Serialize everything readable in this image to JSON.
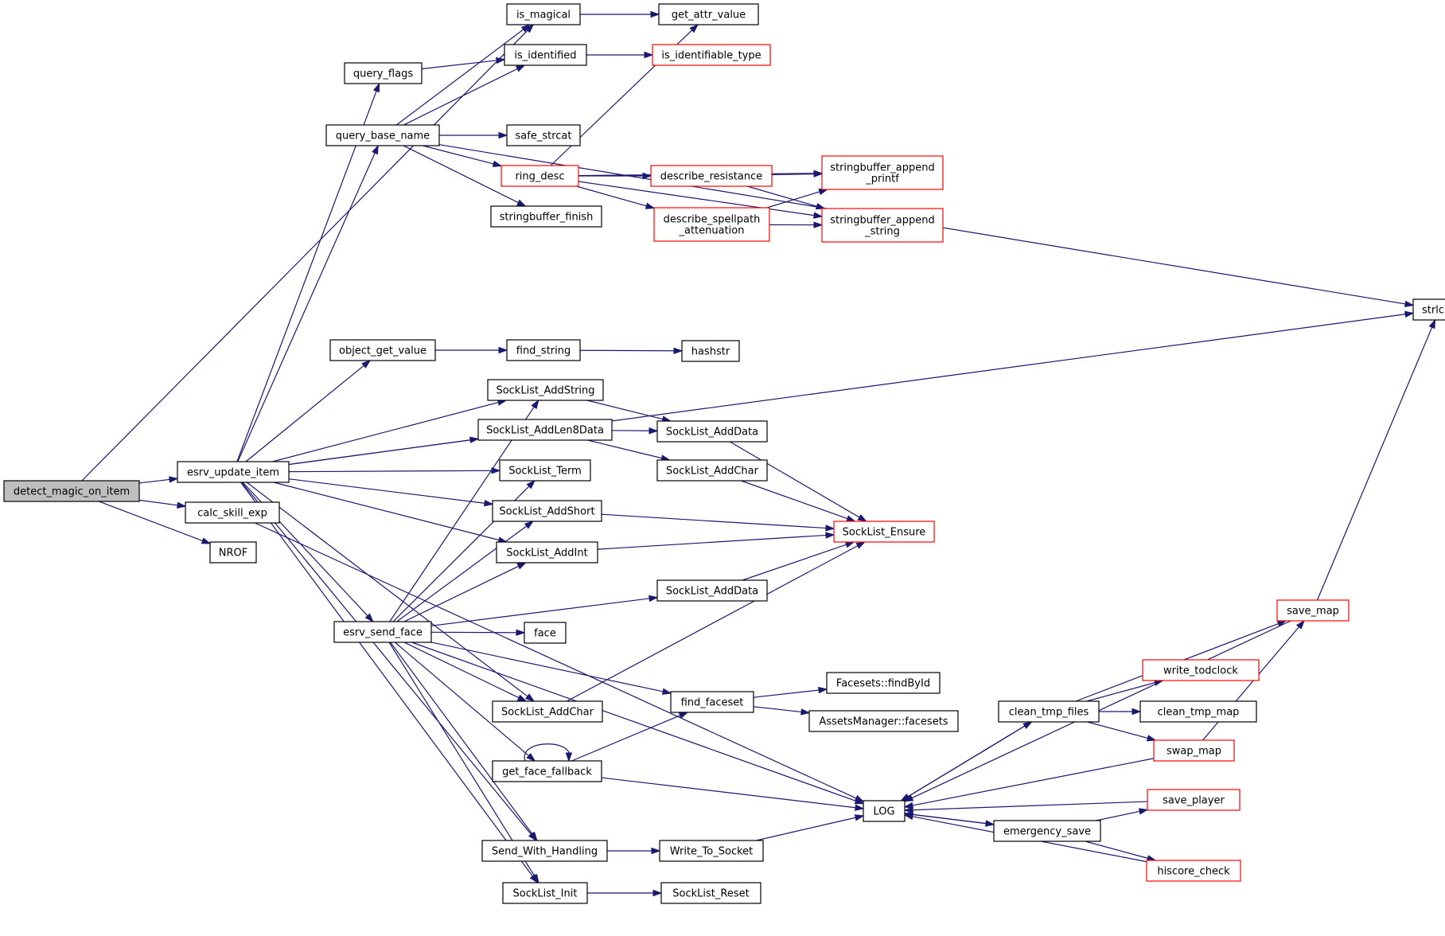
{
  "graph": {
    "nodes": [
      {
        "id": "detect",
        "label": "detect_magic_on_item",
        "style": "root"
      },
      {
        "id": "is_magical",
        "label": "is_magical",
        "style": "normal"
      },
      {
        "id": "get_attr_value",
        "label": "get_attr_value",
        "style": "normal"
      },
      {
        "id": "query_flags",
        "label": "query_flags",
        "style": "normal"
      },
      {
        "id": "is_identified",
        "label": "is_identified",
        "style": "normal"
      },
      {
        "id": "is_identifiable_type",
        "label": "is_identifiable_type",
        "style": "truncated"
      },
      {
        "id": "query_base_name",
        "label": "query_base_name",
        "style": "normal"
      },
      {
        "id": "safe_strcat",
        "label": "safe_strcat",
        "style": "normal"
      },
      {
        "id": "ring_desc",
        "label": "ring_desc",
        "style": "truncated"
      },
      {
        "id": "describe_resistance",
        "label": "describe_resistance",
        "style": "truncated"
      },
      {
        "id": "sb_printf",
        "label": "stringbuffer_append\n_printf",
        "style": "truncated"
      },
      {
        "id": "describe_spellpath",
        "label": "describe_spellpath\n_attenuation",
        "style": "truncated"
      },
      {
        "id": "sb_string",
        "label": "stringbuffer_append\n_string",
        "style": "truncated"
      },
      {
        "id": "sb_finish",
        "label": "stringbuffer_finish",
        "style": "normal"
      },
      {
        "id": "strlcpy",
        "label": "strlcpy",
        "style": "normal"
      },
      {
        "id": "object_get_value",
        "label": "object_get_value",
        "style": "normal"
      },
      {
        "id": "find_string",
        "label": "find_string",
        "style": "normal"
      },
      {
        "id": "hashstr",
        "label": "hashstr",
        "style": "normal"
      },
      {
        "id": "sl_addstring",
        "label": "SockList_AddString",
        "style": "normal"
      },
      {
        "id": "sl_addlen8",
        "label": "SockList_AddLen8Data",
        "style": "normal"
      },
      {
        "id": "sl_adddata1",
        "label": "SockList_AddData",
        "style": "normal"
      },
      {
        "id": "sl_term",
        "label": "SockList_Term",
        "style": "normal"
      },
      {
        "id": "sl_addchar1",
        "label": "SockList_AddChar",
        "style": "normal"
      },
      {
        "id": "esrv_update_item",
        "label": "esrv_update_item",
        "style": "normal"
      },
      {
        "id": "sl_addshort",
        "label": "SockList_AddShort",
        "style": "normal"
      },
      {
        "id": "sl_ensure",
        "label": "SockList_Ensure",
        "style": "truncated"
      },
      {
        "id": "calc_skill_exp",
        "label": "calc_skill_exp",
        "style": "normal"
      },
      {
        "id": "sl_addint",
        "label": "SockList_AddInt",
        "style": "normal"
      },
      {
        "id": "nrof",
        "label": "NROF",
        "style": "normal"
      },
      {
        "id": "sl_adddata2",
        "label": "SockList_AddData",
        "style": "normal"
      },
      {
        "id": "save_map",
        "label": "save_map",
        "style": "truncated"
      },
      {
        "id": "esrv_send_face",
        "label": "esrv_send_face",
        "style": "normal"
      },
      {
        "id": "face",
        "label": "face",
        "style": "normal"
      },
      {
        "id": "write_todclock",
        "label": "write_todclock",
        "style": "truncated"
      },
      {
        "id": "facesets_findbyid",
        "label": "Facesets::findById",
        "style": "normal"
      },
      {
        "id": "find_faceset",
        "label": "find_faceset",
        "style": "normal"
      },
      {
        "id": "sl_addchar2",
        "label": "SockList_AddChar",
        "style": "normal"
      },
      {
        "id": "clean_tmp_files",
        "label": "clean_tmp_files",
        "style": "normal"
      },
      {
        "id": "clean_tmp_map",
        "label": "clean_tmp_map",
        "style": "normal"
      },
      {
        "id": "assets_facesets",
        "label": "AssetsManager::facesets",
        "style": "normal"
      },
      {
        "id": "swap_map",
        "label": "swap_map",
        "style": "truncated"
      },
      {
        "id": "get_face_fallback",
        "label": "get_face_fallback",
        "style": "normal"
      },
      {
        "id": "save_player",
        "label": "save_player",
        "style": "truncated"
      },
      {
        "id": "log",
        "label": "LOG",
        "style": "normal"
      },
      {
        "id": "emergency_save",
        "label": "emergency_save",
        "style": "normal"
      },
      {
        "id": "send_with_handling",
        "label": "Send_With_Handling",
        "style": "normal"
      },
      {
        "id": "write_to_socket",
        "label": "Write_To_Socket",
        "style": "normal"
      },
      {
        "id": "hiscore_check",
        "label": "hiscore_check",
        "style": "truncated"
      },
      {
        "id": "sl_init",
        "label": "SockList_Init",
        "style": "normal"
      },
      {
        "id": "sl_reset",
        "label": "SockList_Reset",
        "style": "normal"
      }
    ],
    "edges": [
      [
        "detect",
        "is_magical"
      ],
      [
        "detect",
        "esrv_update_item"
      ],
      [
        "detect",
        "calc_skill_exp"
      ],
      [
        "detect",
        "nrof"
      ],
      [
        "is_magical",
        "get_attr_value"
      ],
      [
        "query_flags",
        "is_identified"
      ],
      [
        "is_identified",
        "is_identifiable_type"
      ],
      [
        "query_base_name",
        "is_magical"
      ],
      [
        "query_base_name",
        "is_identified"
      ],
      [
        "query_base_name",
        "strlcpy"
      ],
      [
        "query_base_name",
        "safe_strcat"
      ],
      [
        "query_base_name",
        "ring_desc"
      ],
      [
        "query_base_name",
        "sb_finish"
      ],
      [
        "ring_desc",
        "get_attr_value"
      ],
      [
        "ring_desc",
        "sb_printf"
      ],
      [
        "ring_desc",
        "describe_resistance"
      ],
      [
        "ring_desc",
        "describe_spellpath"
      ],
      [
        "ring_desc",
        "sb_string"
      ],
      [
        "describe_resistance",
        "sb_printf"
      ],
      [
        "describe_resistance",
        "sb_string"
      ],
      [
        "describe_spellpath",
        "sb_printf"
      ],
      [
        "describe_spellpath",
        "sb_string"
      ],
      [
        "esrv_update_item",
        "query_flags"
      ],
      [
        "esrv_update_item",
        "query_base_name"
      ],
      [
        "esrv_update_item",
        "strlcpy"
      ],
      [
        "esrv_update_item",
        "object_get_value"
      ],
      [
        "esrv_update_item",
        "sl_addstring"
      ],
      [
        "esrv_update_item",
        "sl_addlen8"
      ],
      [
        "esrv_update_item",
        "sl_term"
      ],
      [
        "esrv_update_item",
        "sl_addshort"
      ],
      [
        "esrv_update_item",
        "sl_addint"
      ],
      [
        "esrv_update_item",
        "esrv_send_face"
      ],
      [
        "esrv_update_item",
        "sl_addchar2"
      ],
      [
        "esrv_update_item",
        "send_with_handling"
      ],
      [
        "esrv_update_item",
        "sl_init"
      ],
      [
        "object_get_value",
        "find_string"
      ],
      [
        "find_string",
        "hashstr"
      ],
      [
        "sl_addstring",
        "sl_adddata1"
      ],
      [
        "sl_addlen8",
        "sl_adddata1"
      ],
      [
        "sl_addlen8",
        "sl_addchar1"
      ],
      [
        "sl_adddata1",
        "sl_ensure"
      ],
      [
        "sl_addchar1",
        "sl_ensure"
      ],
      [
        "sl_addshort",
        "sl_ensure"
      ],
      [
        "sl_addint",
        "sl_ensure"
      ],
      [
        "sl_adddata2",
        "sl_ensure"
      ],
      [
        "sl_addchar2",
        "sl_ensure"
      ],
      [
        "calc_skill_exp",
        "log"
      ],
      [
        "esrv_send_face",
        "sl_addstring"
      ],
      [
        "esrv_send_face",
        "sl_term"
      ],
      [
        "esrv_send_face",
        "sl_addshort"
      ],
      [
        "esrv_send_face",
        "sl_addint"
      ],
      [
        "esrv_send_face",
        "sl_adddata2"
      ],
      [
        "esrv_send_face",
        "face"
      ],
      [
        "esrv_send_face",
        "find_faceset"
      ],
      [
        "esrv_send_face",
        "sl_addchar2"
      ],
      [
        "esrv_send_face",
        "get_face_fallback"
      ],
      [
        "esrv_send_face",
        "log"
      ],
      [
        "esrv_send_face",
        "send_with_handling"
      ],
      [
        "esrv_send_face",
        "sl_init"
      ],
      [
        "find_faceset",
        "facesets_findbyid"
      ],
      [
        "find_faceset",
        "assets_facesets"
      ],
      [
        "get_face_fallback",
        "find_faceset"
      ],
      [
        "get_face_fallback",
        "get_face_fallback"
      ],
      [
        "get_face_fallback",
        "log"
      ],
      [
        "send_with_handling",
        "write_to_socket"
      ],
      [
        "write_to_socket",
        "log"
      ],
      [
        "sl_init",
        "sl_reset"
      ],
      [
        "save_map",
        "strlcpy"
      ],
      [
        "save_map",
        "log"
      ],
      [
        "clean_tmp_files",
        "save_map"
      ],
      [
        "clean_tmp_files",
        "write_todclock"
      ],
      [
        "clean_tmp_files",
        "clean_tmp_map"
      ],
      [
        "clean_tmp_files",
        "swap_map"
      ],
      [
        "clean_tmp_files",
        "log"
      ],
      [
        "swap_map",
        "save_map"
      ],
      [
        "swap_map",
        "log"
      ],
      [
        "save_player",
        "log"
      ],
      [
        "hiscore_check",
        "log"
      ],
      [
        "emergency_save",
        "save_player"
      ],
      [
        "emergency_save",
        "hiscore_check"
      ],
      [
        "emergency_save",
        "log"
      ],
      [
        "log",
        "clean_tmp_files"
      ],
      [
        "log",
        "emergency_save"
      ]
    ],
    "colors": {
      "edge": "#191970",
      "normal_border": "#000000",
      "truncated_border": "#ff0000",
      "root_fill": "#bfbfbf",
      "node_fill": "#ffffff"
    }
  }
}
